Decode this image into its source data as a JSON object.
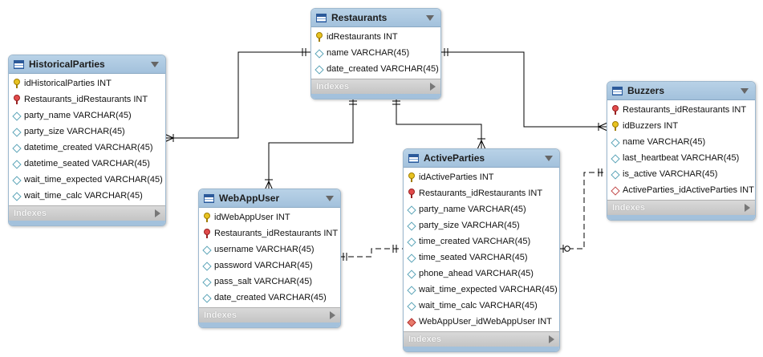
{
  "tables": {
    "restaurants": {
      "name": "Restaurants",
      "columns": [
        {
          "label": "idRestaurants INT",
          "icon": "primary-key-icon"
        },
        {
          "label": "name VARCHAR(45)",
          "icon": "column-diamond-icon"
        },
        {
          "label": "date_created VARCHAR(45)",
          "icon": "column-diamond-icon"
        }
      ],
      "indexes": "Indexes"
    },
    "historical_parties": {
      "name": "HistoricalParties",
      "columns": [
        {
          "label": "idHistoricalParties INT",
          "icon": "primary-key-icon"
        },
        {
          "label": "Restaurants_idRestaurants INT",
          "icon": "foreign-key-icon"
        },
        {
          "label": "party_name VARCHAR(45)",
          "icon": "column-diamond-icon"
        },
        {
          "label": "party_size VARCHAR(45)",
          "icon": "column-diamond-icon"
        },
        {
          "label": "datetime_created VARCHAR(45)",
          "icon": "column-diamond-icon"
        },
        {
          "label": "datetime_seated VARCHAR(45)",
          "icon": "column-diamond-icon"
        },
        {
          "label": "wait_time_expected VARCHAR(45)",
          "icon": "column-diamond-icon"
        },
        {
          "label": "wait_time_calc VARCHAR(45)",
          "icon": "column-diamond-icon"
        }
      ],
      "indexes": "Indexes"
    },
    "web_app_user": {
      "name": "WebAppUser",
      "columns": [
        {
          "label": "idWebAppUser INT",
          "icon": "primary-key-icon"
        },
        {
          "label": "Restaurants_idRestaurants INT",
          "icon": "foreign-key-icon"
        },
        {
          "label": "username VARCHAR(45)",
          "icon": "column-diamond-icon"
        },
        {
          "label": "password VARCHAR(45)",
          "icon": "column-diamond-icon"
        },
        {
          "label": "pass_salt VARCHAR(45)",
          "icon": "column-diamond-icon"
        },
        {
          "label": "date_created VARCHAR(45)",
          "icon": "column-diamond-icon"
        }
      ],
      "indexes": "Indexes"
    },
    "active_parties": {
      "name": "ActiveParties",
      "columns": [
        {
          "label": "idActiveParties INT",
          "icon": "primary-key-icon"
        },
        {
          "label": "Restaurants_idRestaurants INT",
          "icon": "foreign-key-icon"
        },
        {
          "label": "party_name VARCHAR(45)",
          "icon": "column-diamond-icon"
        },
        {
          "label": "party_size VARCHAR(45)",
          "icon": "column-diamond-icon"
        },
        {
          "label": "time_created VARCHAR(45)",
          "icon": "column-diamond-icon"
        },
        {
          "label": "time_seated VARCHAR(45)",
          "icon": "column-diamond-icon"
        },
        {
          "label": "phone_ahead VARCHAR(45)",
          "icon": "column-diamond-icon"
        },
        {
          "label": "wait_time_expected VARCHAR(45)",
          "icon": "column-diamond-icon"
        },
        {
          "label": "wait_time_calc VARCHAR(45)",
          "icon": "column-diamond-icon"
        },
        {
          "label": "WebAppUser_idWebAppUser INT",
          "icon": "foreign-column-filled-diamond-icon"
        }
      ],
      "indexes": "Indexes"
    },
    "buzzers": {
      "name": "Buzzers",
      "columns": [
        {
          "label": "Restaurants_idRestaurants INT",
          "icon": "foreign-key-icon"
        },
        {
          "label": "idBuzzers INT",
          "icon": "primary-key-icon"
        },
        {
          "label": "name VARCHAR(45)",
          "icon": "column-diamond-icon"
        },
        {
          "label": "last_heartbeat VARCHAR(45)",
          "icon": "column-diamond-icon"
        },
        {
          "label": "is_active VARCHAR(45)",
          "icon": "column-diamond-icon"
        },
        {
          "label": "ActiveParties_idActiveParties INT",
          "icon": "foreign-column-diamond-icon"
        }
      ],
      "indexes": "Indexes"
    }
  },
  "relationships": [
    {
      "from": "Restaurants",
      "to": "HistoricalParties",
      "type": "identifying",
      "cardinality": "one-to-many"
    },
    {
      "from": "Restaurants",
      "to": "WebAppUser",
      "type": "identifying",
      "cardinality": "one-to-many"
    },
    {
      "from": "Restaurants",
      "to": "ActiveParties",
      "type": "identifying",
      "cardinality": "one-to-many"
    },
    {
      "from": "Restaurants",
      "to": "Buzzers",
      "type": "identifying",
      "cardinality": "one-to-many"
    },
    {
      "from": "WebAppUser",
      "to": "ActiveParties",
      "type": "non-identifying",
      "cardinality": "one-to-one"
    },
    {
      "from": "ActiveParties",
      "to": "Buzzers",
      "type": "non-identifying",
      "cardinality": "zero-or-one-to-one"
    }
  ],
  "colors": {
    "header": "#a3c1dc",
    "border": "#9db8cf",
    "line": "#000000",
    "indexes_bar": "#c9c9c9"
  }
}
